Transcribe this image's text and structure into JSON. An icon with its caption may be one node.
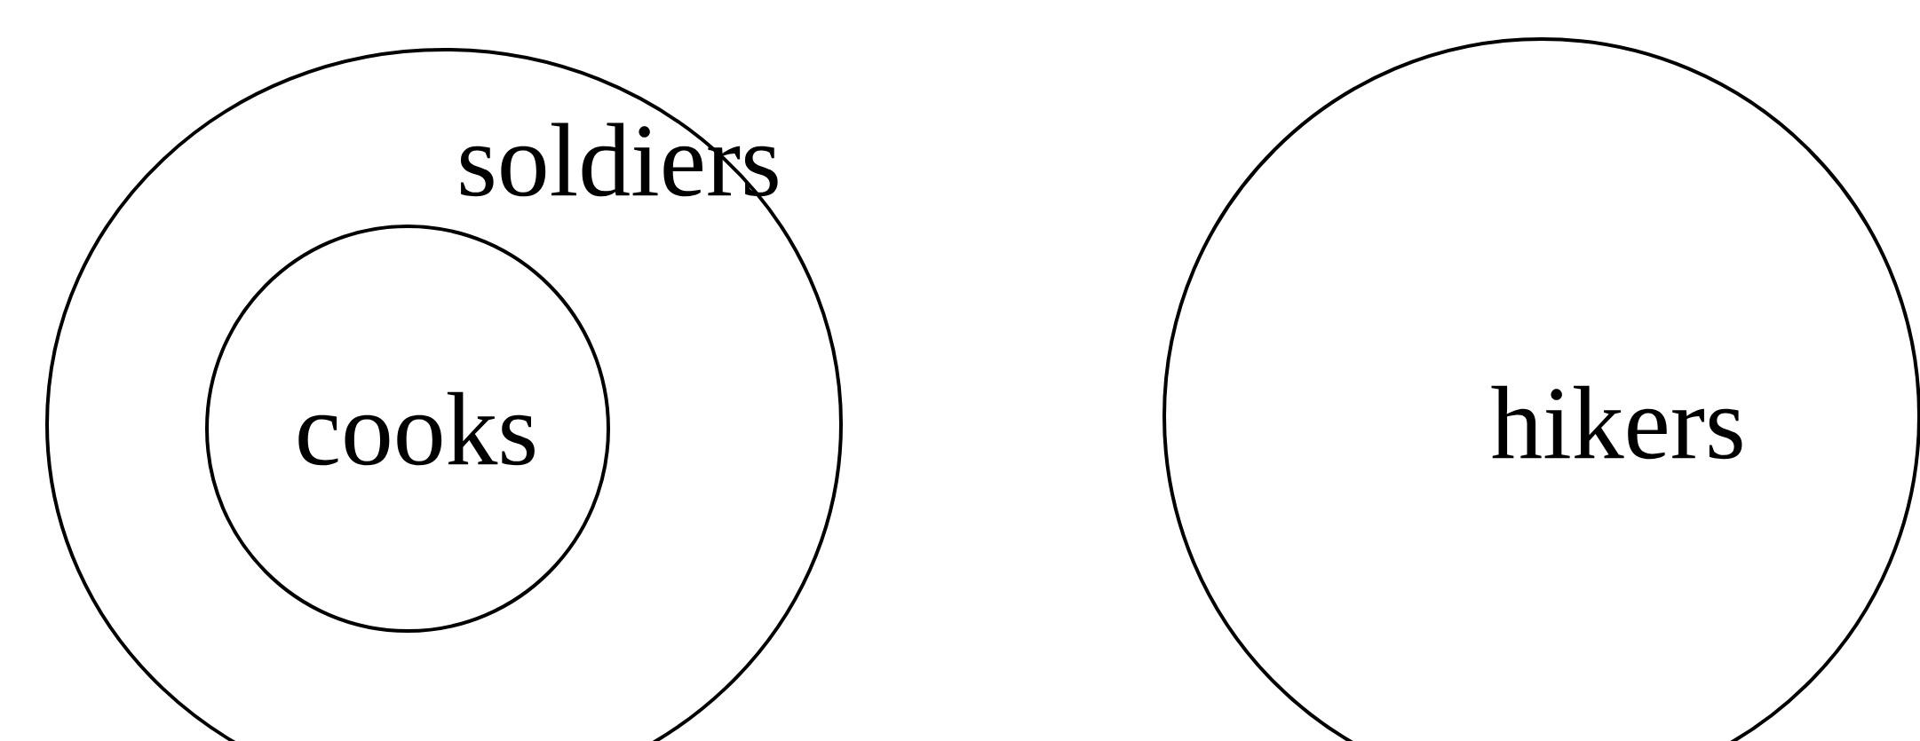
{
  "diagram": {
    "nodes": [
      {
        "text": [
          "soldiers"
        ]
      },
      {
        "text": [
          "cooks"
        ],
        "in": 0
      },
      {
        "text": [
          "hikers"
        ]
      }
    ]
  }
}
